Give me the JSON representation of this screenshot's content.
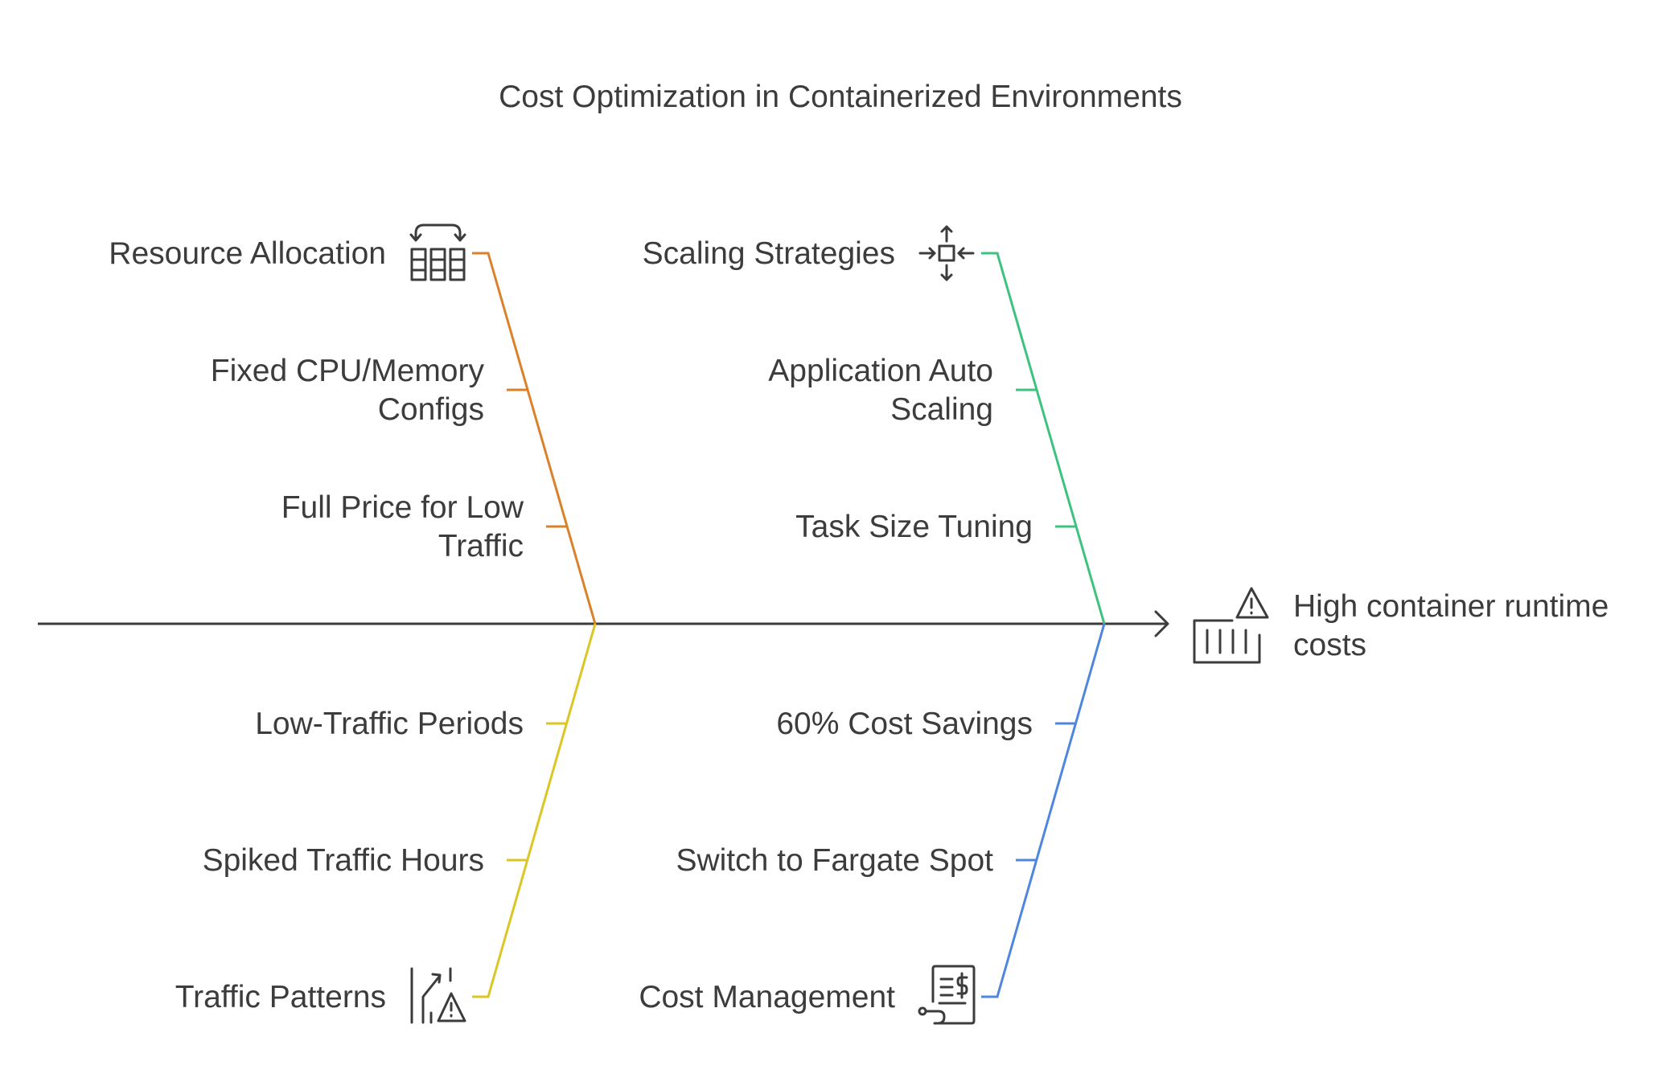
{
  "title": "Cost Optimization in Containerized Environments",
  "effect": {
    "lines": [
      "High container runtime",
      "costs"
    ]
  },
  "colors": {
    "spine": "#3c3c3c",
    "resource_allocation": "#d9822b",
    "scaling_strategies": "#3ec27f",
    "traffic_patterns": "#dcc625",
    "cost_management": "#4f86de"
  },
  "categories": {
    "resource_allocation": {
      "label": "Resource Allocation",
      "icon": "database-swap-icon",
      "causes": [
        [
          "Fixed CPU/Memory",
          "Configs"
        ],
        [
          "Full Price for Low",
          "Traffic"
        ]
      ]
    },
    "scaling_strategies": {
      "label": "Scaling Strategies",
      "icon": "scale-arrows-icon",
      "causes": [
        [
          "Application Auto",
          "Scaling"
        ],
        [
          "Task Size Tuning"
        ]
      ]
    },
    "traffic_patterns": {
      "label": "Traffic Patterns",
      "icon": "traffic-warning-icon",
      "causes": [
        [
          "Low-Traffic Periods"
        ],
        [
          "Spiked Traffic Hours"
        ]
      ]
    },
    "cost_management": {
      "label": "Cost Management",
      "icon": "invoice-dollar-icon",
      "causes": [
        [
          "60% Cost Savings"
        ],
        [
          "Switch to Fargate Spot"
        ]
      ]
    }
  }
}
